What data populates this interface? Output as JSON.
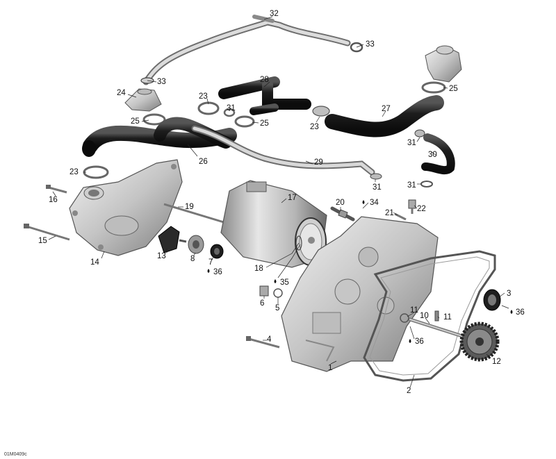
{
  "diagram": {
    "reference_code": "01M0409c",
    "palette": {
      "metal_light": "#d9d9d9",
      "metal_mid": "#a8a8a8",
      "metal_dark": "#6e6e6e",
      "hose": "#1c1c1c",
      "hose_hi": "#4a4a4a",
      "outline": "#333333"
    },
    "callouts": [
      {
        "id": "c1",
        "text": "1"
      },
      {
        "id": "c2",
        "text": "2"
      },
      {
        "id": "c3",
        "text": "3"
      },
      {
        "id": "c4",
        "text": "4"
      },
      {
        "id": "c5",
        "text": "5"
      },
      {
        "id": "c6",
        "text": "6"
      },
      {
        "id": "c7",
        "text": "7"
      },
      {
        "id": "c8",
        "text": "8"
      },
      {
        "id": "c10",
        "text": "10"
      },
      {
        "id": "c11a",
        "text": "11"
      },
      {
        "id": "c11b",
        "text": "11"
      },
      {
        "id": "c12",
        "text": "12"
      },
      {
        "id": "c13",
        "text": "13"
      },
      {
        "id": "c14",
        "text": "14"
      },
      {
        "id": "c15",
        "text": "15"
      },
      {
        "id": "c16",
        "text": "16"
      },
      {
        "id": "c17",
        "text": "17"
      },
      {
        "id": "c18",
        "text": "18"
      },
      {
        "id": "c19",
        "text": "19"
      },
      {
        "id": "c20",
        "text": "20"
      },
      {
        "id": "c21",
        "text": "21"
      },
      {
        "id": "c22",
        "text": "22"
      },
      {
        "id": "c23a",
        "text": "23"
      },
      {
        "id": "c23b",
        "text": "23"
      },
      {
        "id": "c23c",
        "text": "23"
      },
      {
        "id": "c24",
        "text": "24"
      },
      {
        "id": "c25a",
        "text": "25"
      },
      {
        "id": "c25b",
        "text": "25"
      },
      {
        "id": "c25c",
        "text": "25"
      },
      {
        "id": "c26",
        "text": "26"
      },
      {
        "id": "c27",
        "text": "27"
      },
      {
        "id": "c28",
        "text": "28"
      },
      {
        "id": "c29",
        "text": "29"
      },
      {
        "id": "c30",
        "text": "30"
      },
      {
        "id": "c31a",
        "text": "31"
      },
      {
        "id": "c31b",
        "text": "31"
      },
      {
        "id": "c31c",
        "text": "31"
      },
      {
        "id": "c31d",
        "text": "31"
      },
      {
        "id": "c32",
        "text": "32"
      },
      {
        "id": "c33a",
        "text": "33"
      },
      {
        "id": "c33b",
        "text": "33"
      },
      {
        "id": "c34",
        "text": "34"
      },
      {
        "id": "c35",
        "text": "35"
      },
      {
        "id": "c36a",
        "text": "36"
      },
      {
        "id": "c36b",
        "text": "36"
      },
      {
        "id": "c36c",
        "text": "36"
      }
    ]
  }
}
